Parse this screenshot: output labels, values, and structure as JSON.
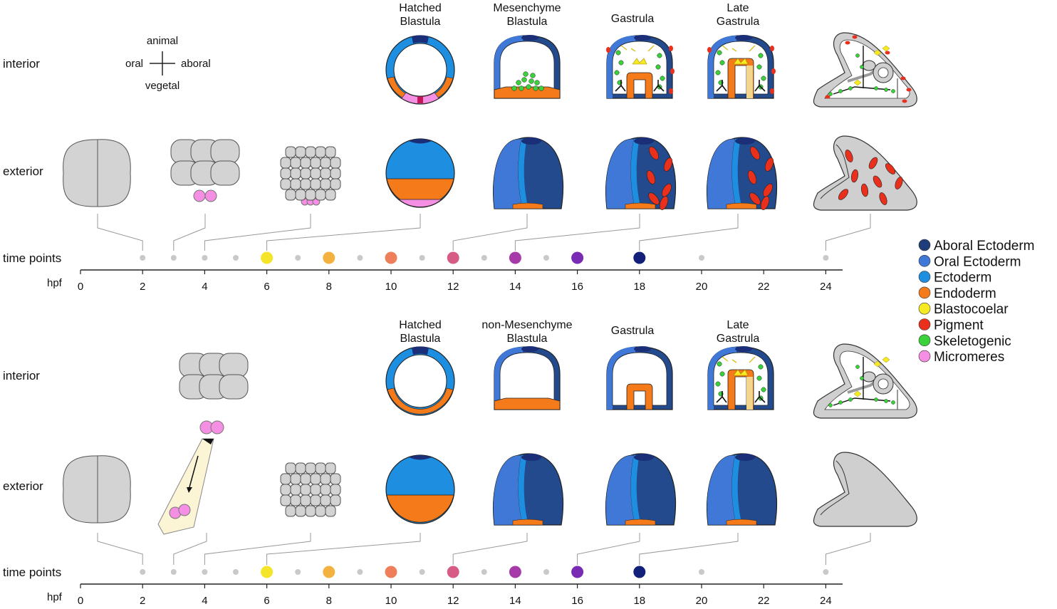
{
  "orientation": {
    "animal": "animal",
    "vegetal": "vegetal",
    "oral": "oral",
    "aboral": "aboral"
  },
  "row_labels": {
    "interior": "interior",
    "exterior": "exterior",
    "time_points": "time points",
    "hpf": "hpf"
  },
  "panels": [
    {
      "id": "top",
      "stages": [
        "Hatched|Blastula",
        "Mesenchyme|Blastula",
        "Gastrula",
        "Late|Gastrula"
      ],
      "ticks": [
        "0",
        "2",
        "4",
        "6",
        "8",
        "10",
        "12",
        "14",
        "16",
        "18",
        "20",
        "22",
        "24"
      ],
      "time_points": [
        {
          "hpf": 2,
          "color": "#c9c9c9",
          "large": false
        },
        {
          "hpf": 3,
          "color": "#c9c9c9",
          "large": false
        },
        {
          "hpf": 4,
          "color": "#c9c9c9",
          "large": false
        },
        {
          "hpf": 5,
          "color": "#c9c9c9",
          "large": false
        },
        {
          "hpf": 6,
          "color": "#f5e52a",
          "large": true
        },
        {
          "hpf": 7,
          "color": "#c9c9c9",
          "large": false
        },
        {
          "hpf": 8,
          "color": "#f3b240",
          "large": true
        },
        {
          "hpf": 9,
          "color": "#c9c9c9",
          "large": false
        },
        {
          "hpf": 10,
          "color": "#ee7f5a",
          "large": true
        },
        {
          "hpf": 11,
          "color": "#c9c9c9",
          "large": false
        },
        {
          "hpf": 12,
          "color": "#d65c86",
          "large": true
        },
        {
          "hpf": 13,
          "color": "#c9c9c9",
          "large": false
        },
        {
          "hpf": 14,
          "color": "#a63aa8",
          "large": true
        },
        {
          "hpf": 15,
          "color": "#c9c9c9",
          "large": false
        },
        {
          "hpf": 16,
          "color": "#7a2bb3",
          "large": true
        },
        {
          "hpf": 18,
          "color": "#12207a",
          "large": true
        },
        {
          "hpf": 20,
          "color": "#c9c9c9",
          "large": false
        },
        {
          "hpf": 24,
          "color": "#c9c9c9",
          "large": false
        }
      ]
    },
    {
      "id": "bottom",
      "stages": [
        "Hatched|Blastula",
        "non-Mesenchyme|Blastula",
        "Gastrula",
        "Late|Gastrula"
      ],
      "ticks": [
        "0",
        "2",
        "4",
        "6",
        "8",
        "10",
        "12",
        "14",
        "16",
        "18",
        "20",
        "22",
        "24"
      ],
      "time_points": [
        {
          "hpf": 2,
          "color": "#c9c9c9",
          "large": false
        },
        {
          "hpf": 3,
          "color": "#c9c9c9",
          "large": false
        },
        {
          "hpf": 4,
          "color": "#c9c9c9",
          "large": false
        },
        {
          "hpf": 5,
          "color": "#c9c9c9",
          "large": false
        },
        {
          "hpf": 6,
          "color": "#f5e52a",
          "large": true
        },
        {
          "hpf": 7,
          "color": "#c9c9c9",
          "large": false
        },
        {
          "hpf": 8,
          "color": "#f3b240",
          "large": true
        },
        {
          "hpf": 9,
          "color": "#c9c9c9",
          "large": false
        },
        {
          "hpf": 10,
          "color": "#ee7f5a",
          "large": true
        },
        {
          "hpf": 11,
          "color": "#c9c9c9",
          "large": false
        },
        {
          "hpf": 12,
          "color": "#d65c86",
          "large": true
        },
        {
          "hpf": 13,
          "color": "#c9c9c9",
          "large": false
        },
        {
          "hpf": 14,
          "color": "#a63aa8",
          "large": true
        },
        {
          "hpf": 15,
          "color": "#c9c9c9",
          "large": false
        },
        {
          "hpf": 16,
          "color": "#7a2bb3",
          "large": true
        },
        {
          "hpf": 18,
          "color": "#12207a",
          "large": true
        },
        {
          "hpf": 20,
          "color": "#c9c9c9",
          "large": false
        },
        {
          "hpf": 24,
          "color": "#c9c9c9",
          "large": false
        }
      ]
    }
  ],
  "legend": [
    {
      "label": "Aboral Ectoderm",
      "color": "#1f3d7a"
    },
    {
      "label": "Oral Ectoderm",
      "color": "#3f78d6"
    },
    {
      "label": "Ectoderm",
      "color": "#1e8fe0"
    },
    {
      "label": "Endoderm",
      "color": "#f47a1a"
    },
    {
      "label": "Blastocoelar",
      "color": "#f6ea22"
    },
    {
      "label": "Pigment",
      "color": "#e8301c"
    },
    {
      "label": "Skeletogenic",
      "color": "#3ad23a"
    },
    {
      "label": "Micromeres",
      "color": "#f48fe4"
    }
  ],
  "colors": {
    "aboral": "#234a8c",
    "oral": "#3f78d6",
    "ecto": "#1e8fe0",
    "endo": "#f47a1a",
    "blasto": "#f6ea22",
    "pigment": "#e8301c",
    "skel": "#3ad23a",
    "micro": "#f48fe4",
    "cleavage": "#d3d3d3",
    "larva": "#cfcfcf"
  }
}
